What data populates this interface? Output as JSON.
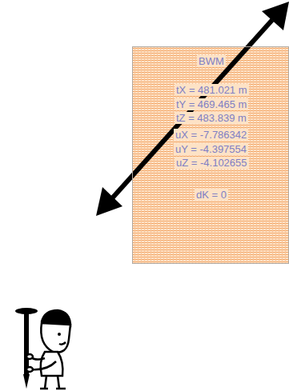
{
  "diagram": {
    "nodes": [
      {
        "text": [
          "BWM",
          "tX = 481.021 m",
          "tY = 469.465 m",
          "tZ = 483.839 m",
          "uX = -7.786342",
          "uY = -4.397554",
          "uZ = -4.102655",
          "dK = 0"
        ]
      }
    ]
  }
}
